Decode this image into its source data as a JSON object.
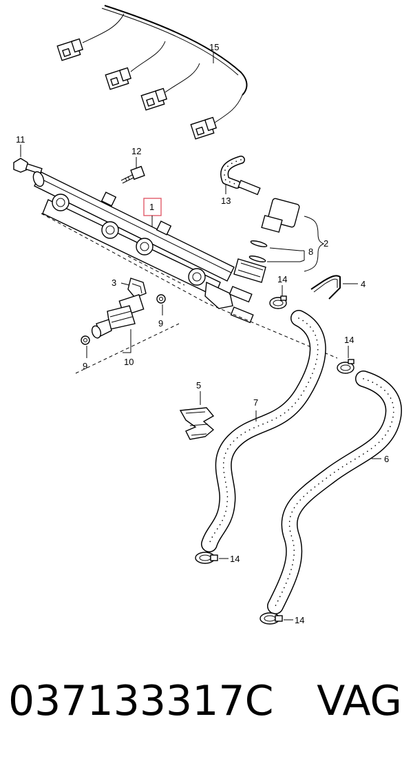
{
  "callouts": {
    "c1": "1",
    "c2": "2",
    "c3": "3",
    "c4": "4",
    "c5": "5",
    "c6": "6",
    "c7": "7",
    "c8": "8",
    "c9a": "9",
    "c9b": "9",
    "c10": "10",
    "c11": "11",
    "c12": "12",
    "c13": "13",
    "c14a": "14",
    "c14b": "14",
    "c14c": "14",
    "c14d": "14",
    "c15": "15"
  },
  "footer": {
    "part_number": "037133317C",
    "brand": "VAG"
  },
  "colors": {
    "highlight": "#e05a6a"
  }
}
